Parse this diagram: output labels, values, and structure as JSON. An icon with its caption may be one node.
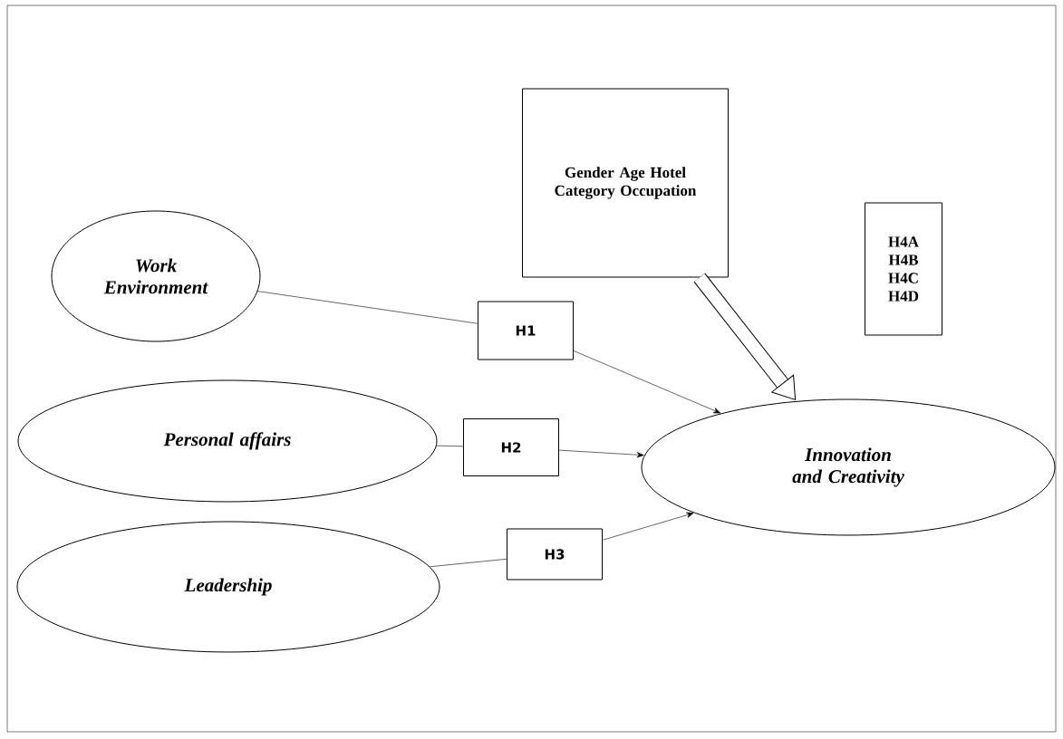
{
  "diagram": {
    "nodes": [
      {
        "text": [
          "Work Environment"
        ]
      },
      {
        "text": [
          "Personal affairs"
        ]
      },
      {
        "text": [
          "Leadership"
        ]
      },
      {
        "text": [
          "Innovation and Creativity"
        ]
      },
      {
        "text": [
          "Gender Age Hotel Category Occupation"
        ]
      },
      {
        "text": [
          "H4A H4B H4C H4D"
        ]
      },
      {
        "text": [
          "H1"
        ]
      },
      {
        "text": [
          "H2"
        ]
      },
      {
        "text": [
          "H3"
        ]
      }
    ],
    "edges": [
      {
        "from": 0,
        "to": 6,
        "arrow": "none"
      },
      {
        "from": 6,
        "to": 3,
        "arrow": "to"
      },
      {
        "from": 1,
        "to": 7,
        "arrow": "none"
      },
      {
        "from": 7,
        "to": 3,
        "arrow": "to"
      },
      {
        "from": 2,
        "to": 8,
        "arrow": "none"
      },
      {
        "from": 8,
        "to": 3,
        "arrow": "to"
      },
      {
        "from": 4,
        "to": 3,
        "arrow": "to",
        "style": "thick"
      }
    ]
  }
}
